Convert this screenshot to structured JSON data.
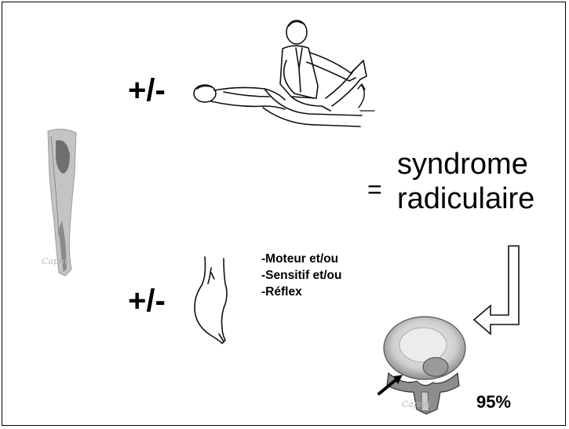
{
  "upper_sign": "+/-",
  "lower_sign": "+/-",
  "equals_sign": "=",
  "conclusion": {
    "line1": "syndrome",
    "line2": "radiculaire"
  },
  "deficits": [
    "-Moteur et/ou",
    "-Sensitif et/ou",
    "-Réflex"
  ],
  "percentage": "95%",
  "watermarks": {
    "leg": "Caputi",
    "spine": "Caputi"
  },
  "colors": {
    "text": "#000000",
    "border": "#000000",
    "leg_shade": "#bdbdbd",
    "leg_dark": "#6f6f6f"
  }
}
